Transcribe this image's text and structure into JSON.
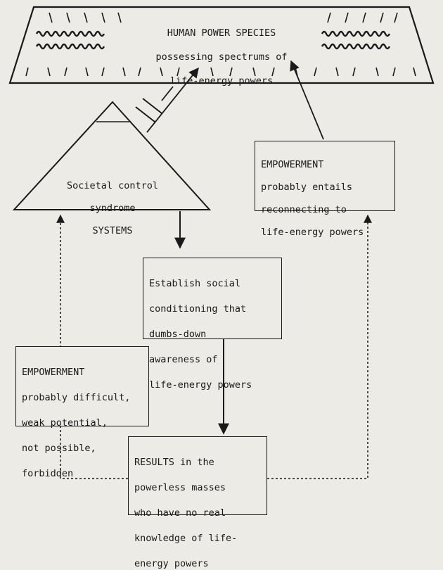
{
  "top_banner": {
    "lines": [
      "HUMAN POWER SPECIES",
      "possessing spectrums of",
      "life-energy powers"
    ]
  },
  "pyramid": {
    "lines": [
      "Societal control",
      "syndrome",
      "SYSTEMS"
    ]
  },
  "empowerment_right": {
    "lines": [
      "EMPOWERMENT",
      "probably entails",
      "reconnecting to",
      "life-energy powers"
    ]
  },
  "conditioning_box": {
    "lines": [
      "Establish social",
      "conditioning that",
      "dumbs-down",
      "awareness of",
      "life-energy powers"
    ]
  },
  "empowerment_left": {
    "lines": [
      "EMPOWERMENT",
      "probably difficult,",
      "weak potential,",
      "not possible,",
      "forbidden"
    ]
  },
  "results_box": {
    "lines": [
      "RESULTS in the",
      "powerless masses",
      "who have no real",
      "knowledge of life-",
      "energy powers"
    ]
  },
  "colors": {
    "ink": "#1a1a1a",
    "paper": "#ecebe6"
  }
}
